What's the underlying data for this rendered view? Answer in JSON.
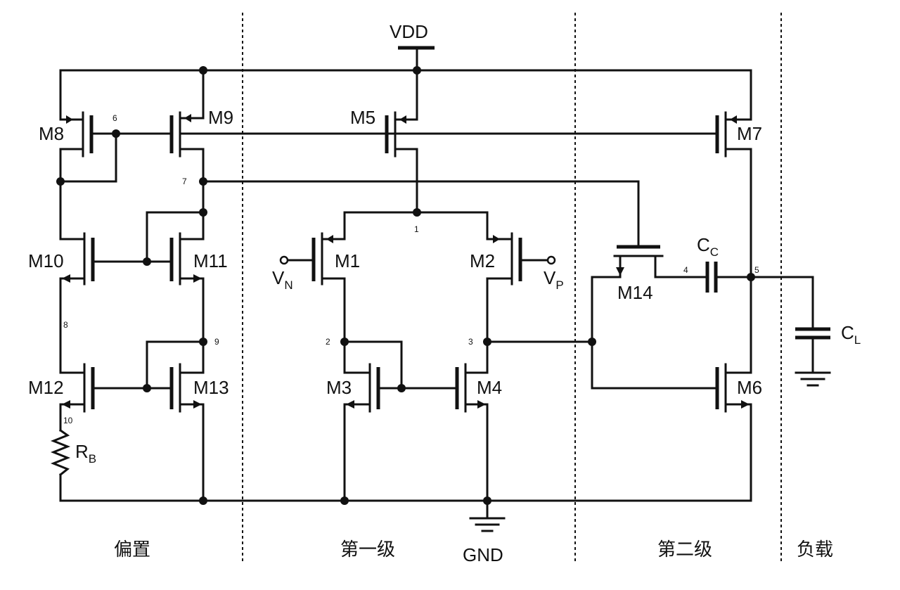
{
  "supply": {
    "vdd": "VDD",
    "gnd": "GND"
  },
  "transistors": {
    "m1": "M1",
    "m2": "M2",
    "m3": "M3",
    "m4": "M4",
    "m5": "M5",
    "m6": "M6",
    "m7": "M7",
    "m8": "M8",
    "m9": "M9",
    "m10": "M10",
    "m11": "M11",
    "m12": "M12",
    "m13": "M13",
    "m14": "M14"
  },
  "passives": {
    "rb": {
      "main": "R",
      "sub": "B"
    },
    "cc": {
      "main": "C",
      "sub": "C"
    },
    "cl": {
      "main": "C",
      "sub": "L"
    }
  },
  "inputs": {
    "vn": {
      "main": "V",
      "sub": "N"
    },
    "vp": {
      "main": "V",
      "sub": "P"
    }
  },
  "nodes": [
    "1",
    "2",
    "3",
    "4",
    "5",
    "6",
    "7",
    "8",
    "9",
    "10"
  ],
  "sections": {
    "bias": "偏置",
    "stage1": "第一级",
    "stage2": "第二级",
    "load": "负载"
  }
}
